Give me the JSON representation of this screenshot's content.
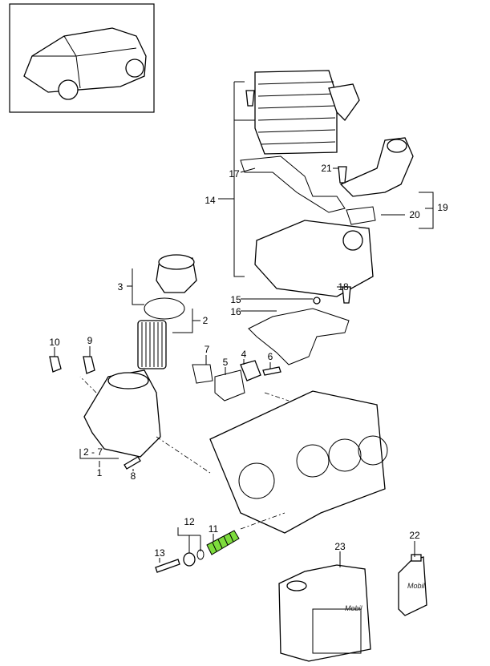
{
  "diagram": {
    "callouts": {
      "c1": "1",
      "c2": "2",
      "c2_7": "2 - 7",
      "c3": "3",
      "c4": "4",
      "c5": "5",
      "c6": "6",
      "c7": "7",
      "c8": "8",
      "c9": "9",
      "c10": "10",
      "c11": "11",
      "c12": "12",
      "c13": "13",
      "c14": "14",
      "c15": "15",
      "c16": "16",
      "c17": "17",
      "c18": "18",
      "c19": "19",
      "c20": "20",
      "c21": "21",
      "c22": "22",
      "c23": "23"
    },
    "brand_text": "Mobil",
    "highlight_color": "#7ddc3c"
  }
}
